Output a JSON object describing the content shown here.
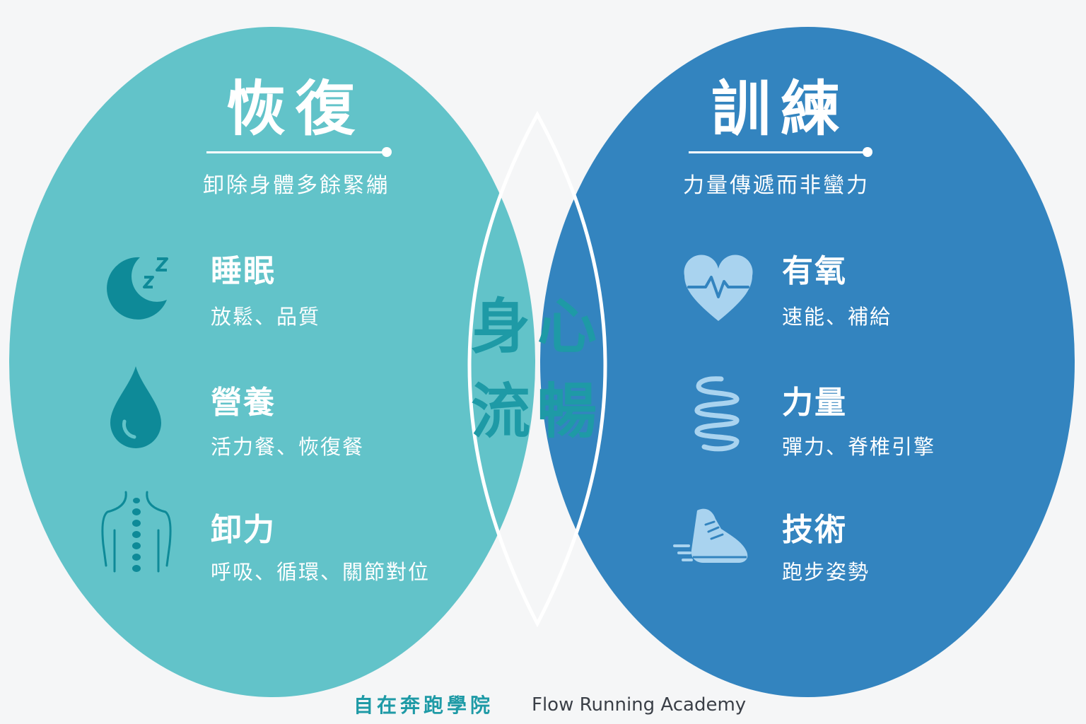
{
  "left": {
    "title": "恢復",
    "subtitle": "卸除身體多餘緊繃",
    "color": "#62c3c9",
    "icon_color": "#0e8a98",
    "items": [
      {
        "title": "睡眠",
        "desc": "放鬆、品質",
        "icon": "sleep-moon-icon"
      },
      {
        "title": "營養",
        "desc": "活力餐、恢復餐",
        "icon": "water-drop-icon"
      },
      {
        "title": "卸力",
        "desc": "呼吸、循環、關節對位",
        "icon": "spine-body-icon"
      }
    ]
  },
  "right": {
    "title": "訓練",
    "subtitle": "力量傳遞而非蠻力",
    "color": "#3384bf",
    "icon_color": "#a9d3ef",
    "items": [
      {
        "title": "有氧",
        "desc": "速能、補給",
        "icon": "heart-pulse-icon"
      },
      {
        "title": "力量",
        "desc": "彈力、脊椎引擎",
        "icon": "spring-coil-icon"
      },
      {
        "title": "技術",
        "desc": "跑步姿勢",
        "icon": "running-shoe-icon"
      }
    ]
  },
  "center": {
    "line1": "身心",
    "line2": "流暢",
    "color": "#fbc93e",
    "text_color": "#1e9aa6"
  },
  "footer": {
    "name_zh": "自在奔跑學院",
    "name_en": "Flow Running Academy"
  }
}
